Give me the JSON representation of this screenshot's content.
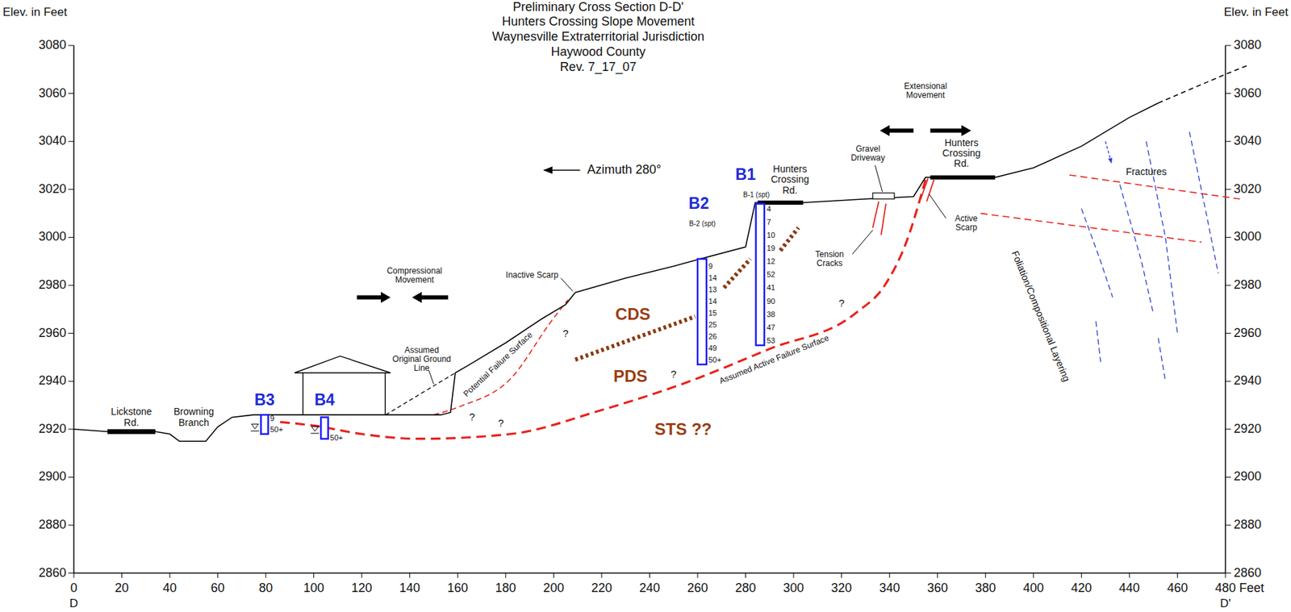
{
  "diagram": {
    "title": "Preliminary Cross Section D-D'",
    "labels": [
      "Elev. in Feet",
      "Elev. in Feet",
      "Hunters Crossing Slope Movement",
      "Waynesville Extraterritorial Jurisdiction",
      "Haywood County",
      "Rev. 7_17_07",
      "3080",
      "3060",
      "3040",
      "3020",
      "3000",
      "2980",
      "2960",
      "2940",
      "2920",
      "2900",
      "2880",
      "2860",
      "3080",
      "3060",
      "3040",
      "3020",
      "3000",
      "2980",
      "2960",
      "2940",
      "2920",
      "2900",
      "2880",
      "2860",
      "0",
      "20",
      "40",
      "60",
      "80",
      "100",
      "120",
      "140",
      "160",
      "180",
      "200",
      "220",
      "240",
      "260",
      "280",
      "300",
      "320",
      "340",
      "360",
      "380",
      "400",
      "420",
      "440",
      "460",
      "480",
      "Feet",
      "D",
      "D'",
      "Azimuth 280°",
      "Extensional Movement",
      "Compressional Movement",
      "Lickstone Rd.",
      "Browning Branch",
      "Assumed Original Ground Line",
      "Inactive Scarp",
      "Potential Failure Surface",
      "Hunters Crossing Rd.",
      "Gravel Driveway",
      "Tension Cracks",
      "Hunters Crossing Rd.",
      "Active Scarp",
      "Fractures",
      "Foliation/Compositional Layering",
      "Assumed Active Failure Surface",
      "B1",
      "B-1 (spt)",
      "B2",
      "B-2 (spt)",
      "B3",
      "B4",
      "CDS",
      "PDS",
      "STS ??",
      "?",
      "?",
      "?",
      "?",
      "?",
      "4",
      "7",
      "10",
      "19",
      "12",
      "52",
      "41",
      "90",
      "38",
      "47",
      "53",
      "9",
      "14",
      "13",
      "14",
      "15",
      "25",
      "26",
      "49",
      "50+",
      "9",
      "50+",
      "50+"
    ]
  }
}
